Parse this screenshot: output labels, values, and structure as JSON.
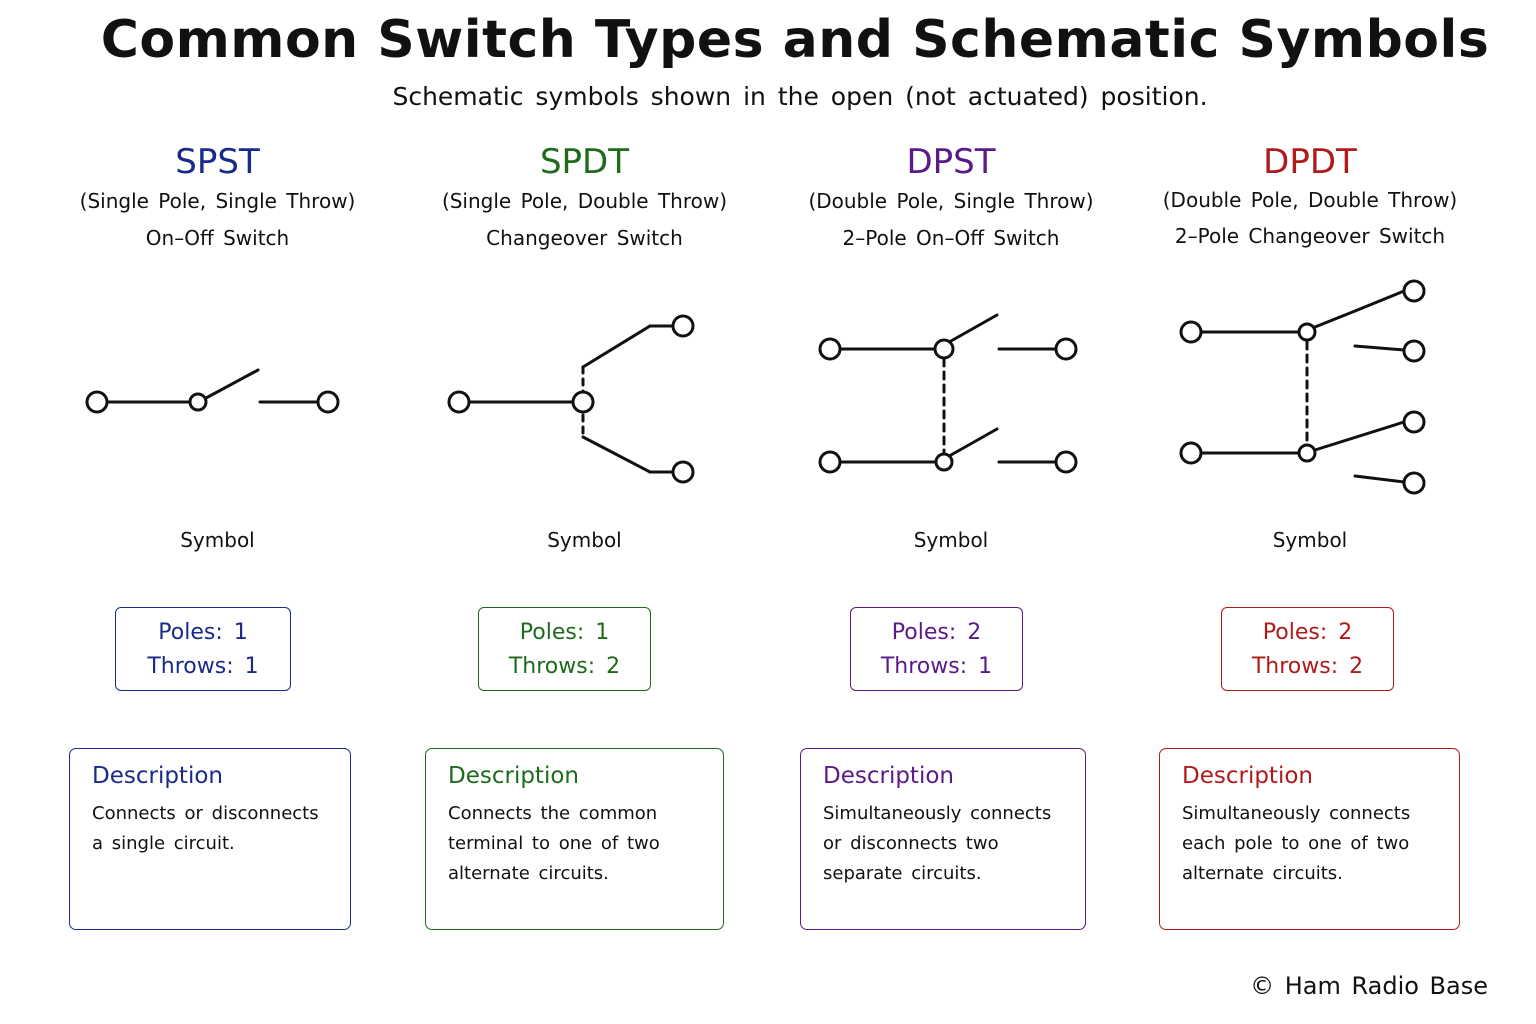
{
  "header": {
    "title": "Common Switch Types and Schematic Symbols",
    "subtitle": "Schematic symbols shown in the open (not actuated) position."
  },
  "columns": [
    {
      "name": "SPST",
      "full_name": "(Single Pole, Single Throw)",
      "alias": "On–Off Switch",
      "symbol_caption": "Symbol",
      "poles_label": "Poles: 1",
      "throws_label": "Throws: 1",
      "description_heading": "Description",
      "description": "Connects or disconnects a single circuit.",
      "color": "#1a2a8a"
    },
    {
      "name": "SPDT",
      "full_name": "(Single Pole, Double Throw)",
      "alias": "Changeover Switch",
      "symbol_caption": "Symbol",
      "poles_label": "Poles: 1",
      "throws_label": "Throws: 2",
      "description_heading": "Description",
      "description": "Connects the common terminal to one of two alternate circuits.",
      "color": "#1e6b1e"
    },
    {
      "name": "DPST",
      "full_name": "(Double Pole, Single Throw)",
      "alias": "2–Pole On–Off Switch",
      "symbol_caption": "Symbol",
      "poles_label": "Poles: 2",
      "throws_label": "Throws: 1",
      "description_heading": "Description",
      "description": "Simultaneously connects or disconnects two separate circuits.",
      "color": "#5a1a8a"
    },
    {
      "name": "DPDT",
      "full_name": "(Double Pole, Double Throw)",
      "alias": "2–Pole Changeover Switch",
      "symbol_caption": "Symbol",
      "poles_label": "Poles: 2",
      "throws_label": "Throws: 2",
      "description_heading": "Description",
      "description": "Simultaneously connects each pole to one of two alternate circuits.",
      "color": "#b01a1a"
    }
  ],
  "footer": {
    "credit": "© Ham Radio Base"
  }
}
